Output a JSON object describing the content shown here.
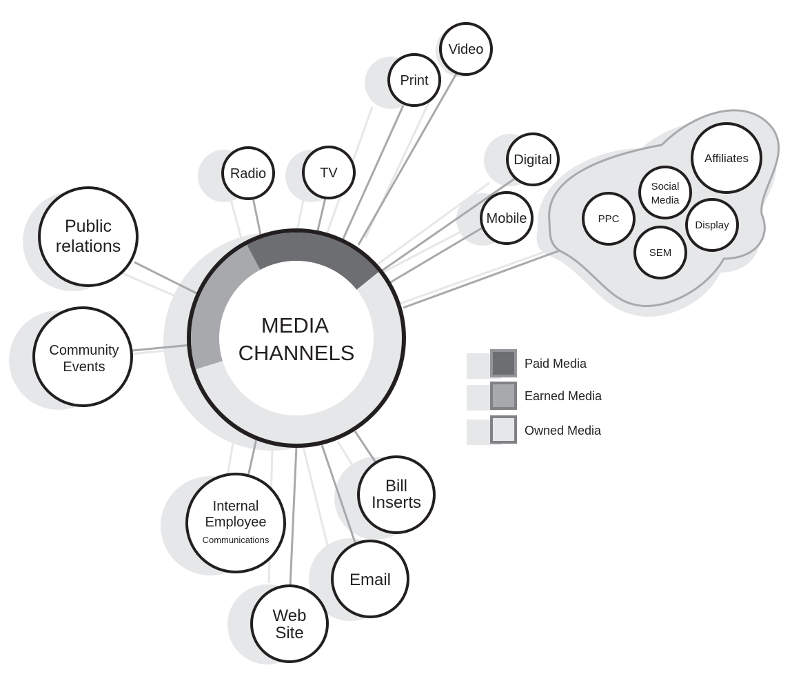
{
  "center": {
    "label_line1": "MEDIA",
    "label_line2": "CHANNELS",
    "ring": {
      "paid": 0.22,
      "earned": 0.22,
      "owned": 0.56
    }
  },
  "channels": {
    "video": {
      "line1": "Video",
      "category": "owned"
    },
    "print": {
      "line1": "Print",
      "category": "paid"
    },
    "radio": {
      "line1": "Radio",
      "category": "paid"
    },
    "tv": {
      "line1": "TV",
      "category": "paid"
    },
    "digital": {
      "line1": "Digital",
      "category": "paid"
    },
    "mobile": {
      "line1": "Mobile",
      "category": "paid"
    },
    "public_relations": {
      "line1": "Public",
      "line2": "relations",
      "category": "earned"
    },
    "community_events": {
      "line1": "Community",
      "line2": "Events",
      "category": "earned"
    },
    "internal_employee": {
      "line1": "Internal",
      "line2": "Employee",
      "line3": "Communications",
      "category": "owned"
    },
    "web_site": {
      "line1": "Web",
      "line2": "Site",
      "category": "owned"
    },
    "email": {
      "line1": "Email",
      "category": "owned"
    },
    "bill_inserts": {
      "line1": "Bill",
      "line2": "Inserts",
      "category": "owned"
    }
  },
  "digital_cluster": {
    "affiliates": "Affiliates",
    "social_media_line1": "Social",
    "social_media_line2": "Media",
    "ppc": "PPC",
    "display": "Display",
    "sem": "SEM"
  },
  "legend": [
    {
      "label": "Paid Media",
      "color": "#6d6e71"
    },
    {
      "label": "Earned Media",
      "color": "#a7a9ac"
    },
    {
      "label": "Owned Media",
      "color": "#e6e7e8"
    }
  ],
  "colors": {
    "paid": "#6d6e71",
    "earned": "#a7a9ac",
    "owned": "#e6e7e8",
    "shadow": "#e6e7e8",
    "outline": "#231f20",
    "connector_dark": "#a7a9ac",
    "connector_light": "#e6e7e8"
  }
}
